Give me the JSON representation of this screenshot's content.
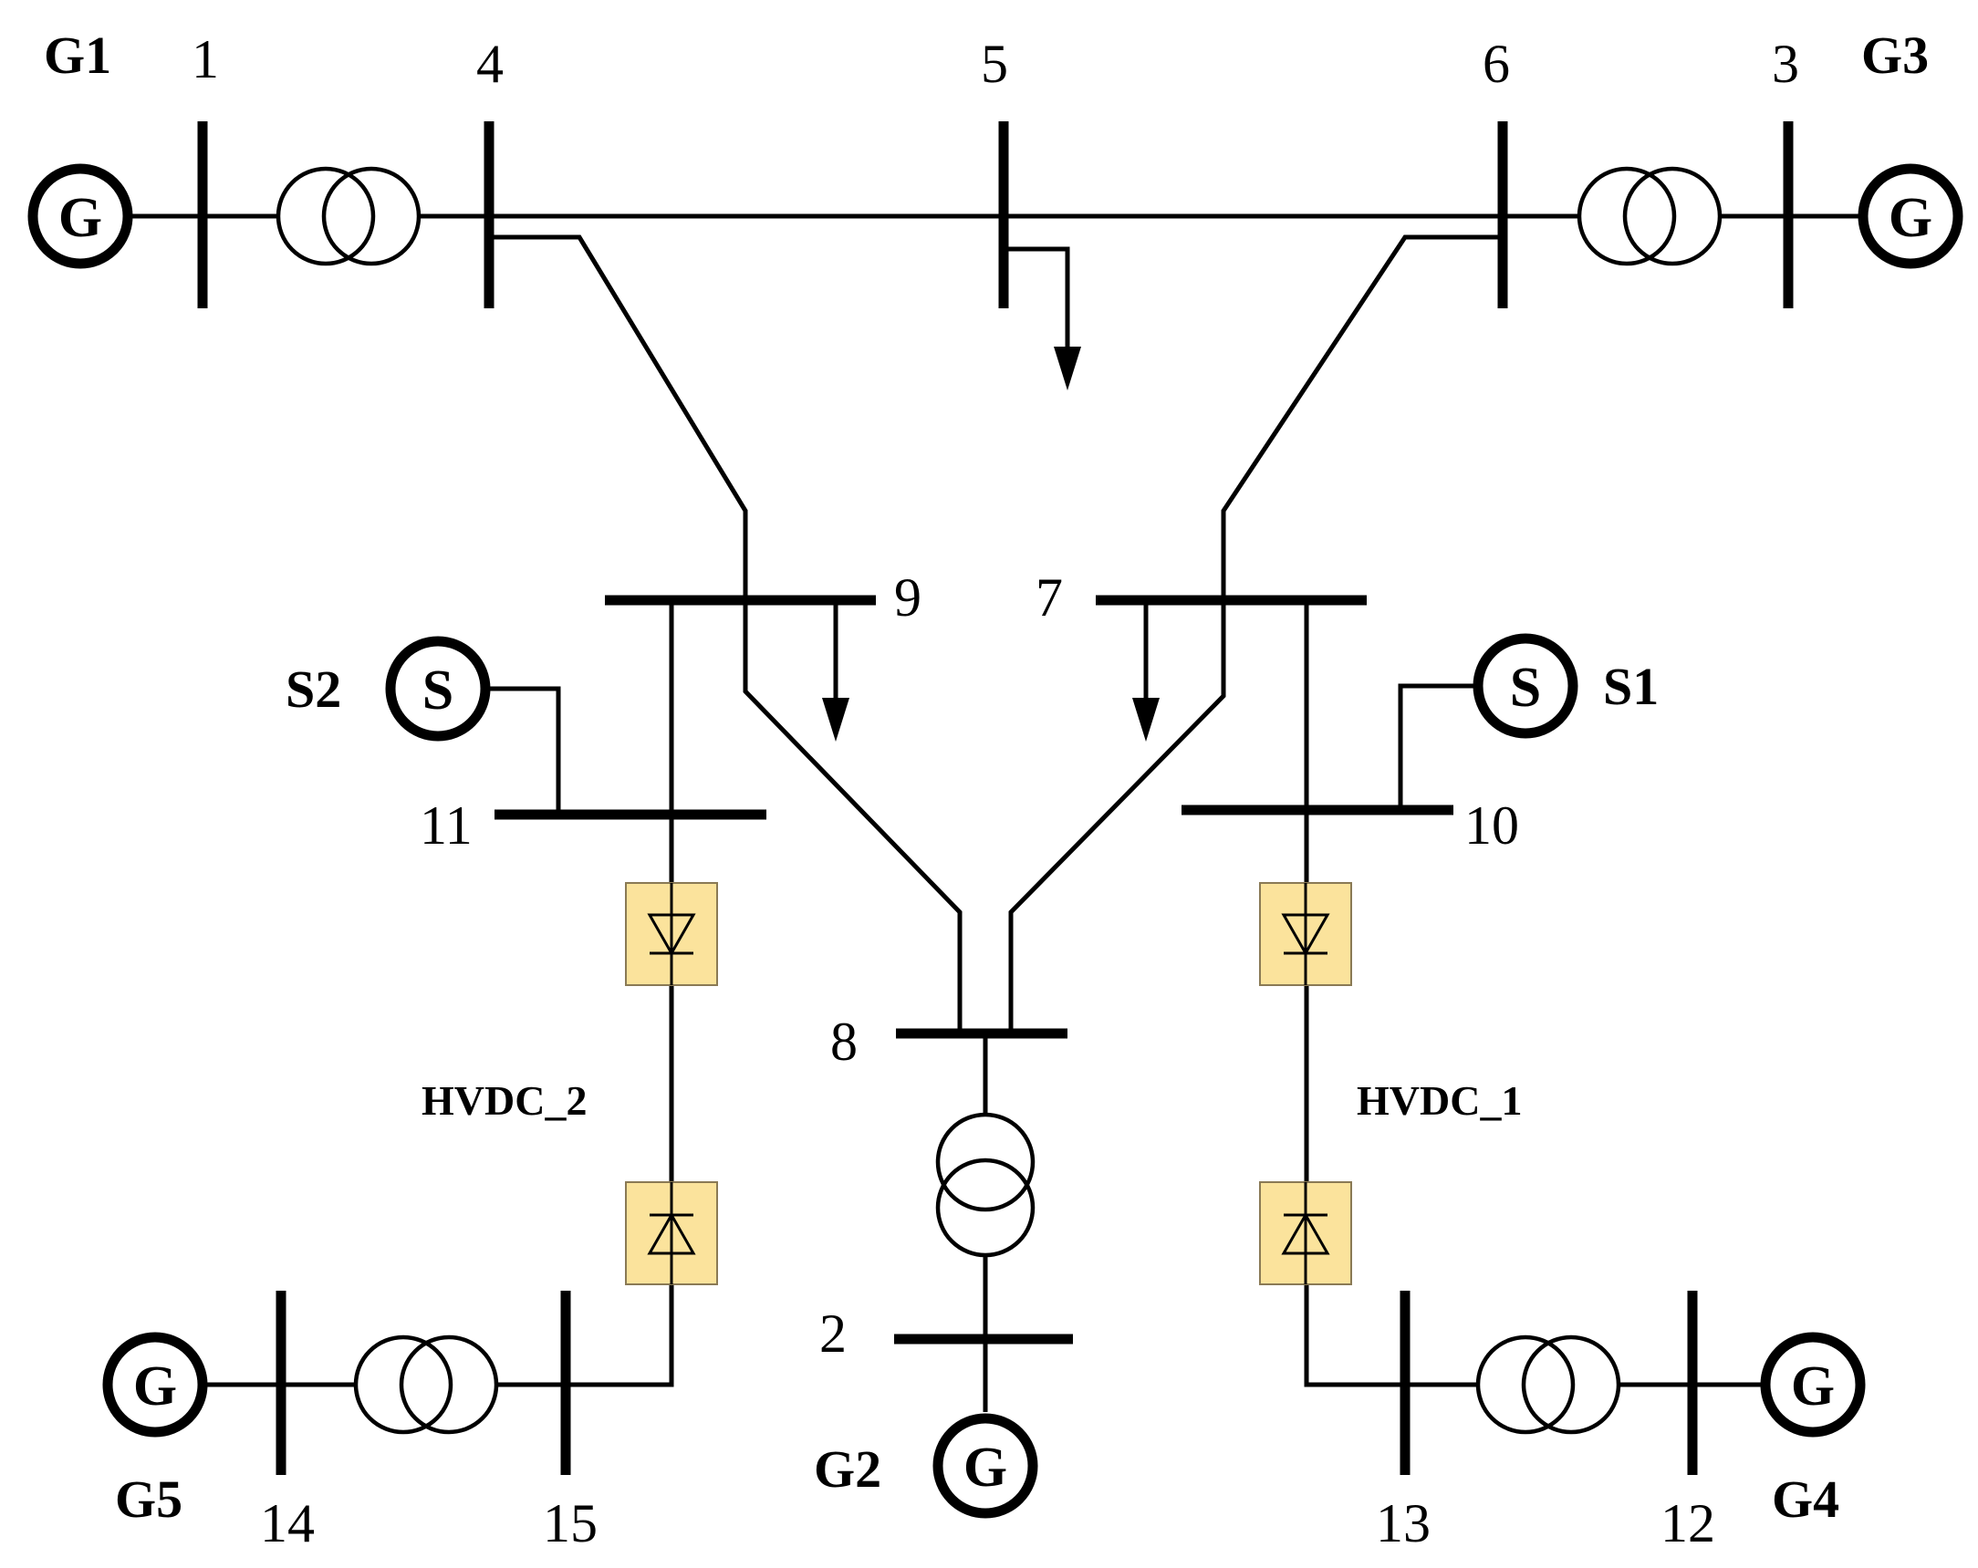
{
  "diagram": {
    "generator_symbol": "G",
    "source_symbol": "S",
    "buses": {
      "b1": "1",
      "b2": "2",
      "b3": "3",
      "b4": "4",
      "b5": "5",
      "b6": "6",
      "b7": "7",
      "b8": "8",
      "b9": "9",
      "b10": "10",
      "b11": "11",
      "b12": "12",
      "b13": "13",
      "b14": "14",
      "b15": "15"
    },
    "generators": {
      "g1": "G1",
      "g2": "G2",
      "g3": "G3",
      "g4": "G4",
      "g5": "G5"
    },
    "sources": {
      "s1": "S1",
      "s2": "S2"
    },
    "hvdc": {
      "h1": "HVDC_1",
      "h2": "HVDC_2"
    },
    "colors": {
      "line": "#000000",
      "converter_fill": "#fbe39c"
    }
  }
}
